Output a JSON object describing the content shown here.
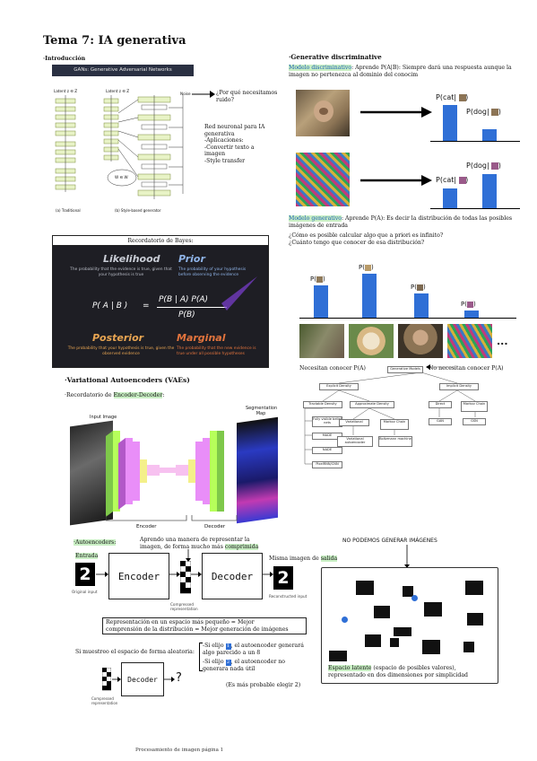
{
  "page": {
    "title": "Tema 7: IA generativa",
    "footer": "Procesamiento de imagen página 1"
  },
  "intro": {
    "heading": "·Introducción",
    "gan_banner": "GANs: Generative Adversarial Networks",
    "gan_label_a": "Latent z ∈ Z",
    "gan_label_b": "Latent z ∈ Z",
    "gan_noise": "Noise",
    "gan_wz": "W ∈ W",
    "gan_caption_a": "(a) Traditional",
    "gan_caption_b": "(b) Style-based generator",
    "question": "¿Por qué necesitamos ruido?",
    "notes": "Red neuronal para IA generativa\n-Aplicaciones:\n-Convertir texto a imagen\n-Style transfer"
  },
  "bayes": {
    "header": "Recordatorio de Bayes:",
    "likelihood": "Likelihood",
    "likelihood_desc": "The probability that the evidence is true, given that your hypothesis is true",
    "prior": "Prior",
    "prior_desc": "The probability of your hypothesis before observing the evidence",
    "lhs": "P( A | B )",
    "numerator": "P(B | A) P(A)",
    "denominator": "P(B)",
    "posterior": "Posterior",
    "posterior_desc": "The probability that your hypothesis is true, given the observed evidence",
    "marginal": "Marginal",
    "marginal_desc": "The probability that the new evidence is true under all possible hypotheses"
  },
  "generative": {
    "heading": "·Generative discriminative",
    "disc_label": "Modelo discriminativo",
    "disc_text": ": Aprende P(A|B): Siempre dará una respuesta aunque la imagen no pertenezca al dominio del conocim",
    "p_cat": "P(cat|",
    "p_dog": "P(dog|",
    "gen_label": "Modelo generativo",
    "gen_text": ": Aprende P(A): Es decir la distribución de todas las posibles imágenes de entrada",
    "q1": "¿Cómo es posible calcular algo que a priori es infinito?",
    "q2": "¿Cuánto tengo que conocer de esa distribución?",
    "p_label": "P(",
    "ellipsis": "...",
    "need_know": "Necesitan conocer P(A)",
    "no_need": "No necesitan conocer P(A)",
    "tree": {
      "root": "Generative Models",
      "explicit": "Explicit Density",
      "implicit": "Implicit Density",
      "tractable": "Tractable Density",
      "approx": "Approximate Density",
      "fully": "Fully visible belief nets",
      "made": "MADE",
      "nade": "NADE",
      "pixel": "PixelRNN/CNN",
      "variational": "Variational",
      "markov": "Markov Chain",
      "vae": "Variational autoencoder",
      "boltz": "Boltzmann machine",
      "direct": "Direct",
      "markov2": "Markov Chain",
      "gan": "GAN",
      "gsn": "GSN"
    }
  },
  "vae": {
    "heading": "·Variational Autoencoders (VAEs)",
    "recap_prefix": "·Recordatorio de ",
    "recap_term": "Encoder-Decoder",
    "recap_suffix": ":",
    "input_image": "Input Image",
    "segmentation": "Segmentation Map",
    "encoder_label": "Encoder",
    "decoder_label": "Decoder"
  },
  "autoenc": {
    "heading": "·Autoencoders:",
    "learn_text_a": "Aprendo una manera de representar la imagen, de forma mucho más ",
    "learn_term": "comprimida",
    "entrada": "Entrada",
    "encoder": "Encoder",
    "decoder": "Decoder",
    "same_prefix": "Misma imagen de ",
    "same_term": "salida",
    "original_input": "Original input",
    "compressed": "Compressed representation",
    "reconstructed": "Reconstructed input",
    "digit": "2",
    "rep_line1": "Representación en un espacio más pequeño = Mejor",
    "rep_line2": "comprensión de la distribución = Mejor generación de imágenes",
    "cannot": "NO PODEMOS GENERAR IMÁGENES",
    "random_q": "Si muestreo el espacio de forma aleatoria:",
    "choice1a": "-Si elijo ",
    "choice1b": ", el autoencoder generará algo parecido a un 8",
    "choice2a": "-Si elijo ",
    "choice2b": ", el autoencoder no generara nada útil",
    "prob": "(Es más probable elegir 2)",
    "marker1": "1",
    "marker2": "2",
    "latent_term": "Espacio latente",
    "latent_text": " (espacio de posibles valores), representado en dos dimensiones por simplicidad",
    "question_mark": "?",
    "compressed2": "Compressed representation"
  },
  "colors": {
    "highlight_green": "#c9efc4",
    "bar_blue": "#2f6fd6",
    "bayes_bg": "#1e1e24",
    "likelihood": "#c9cdd6",
    "prior": "#8fb4e8",
    "posterior": "#e8a552",
    "marginal": "#e3743d"
  }
}
